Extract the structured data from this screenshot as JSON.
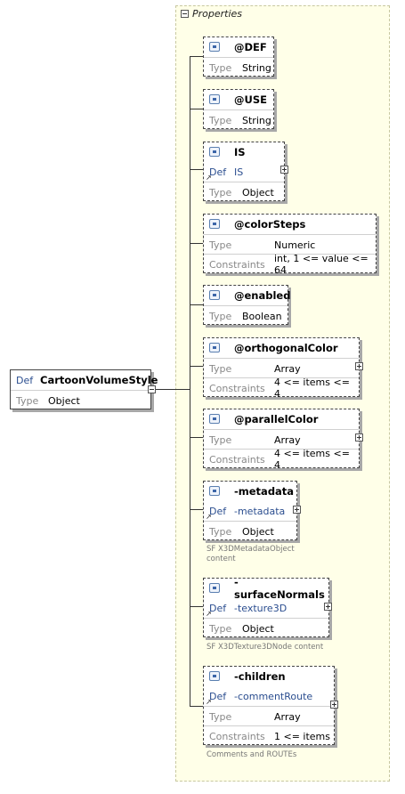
{
  "root": {
    "def_label": "Def",
    "name": "CartoonVolumeStyle",
    "type_label": "Type",
    "type_value": "Object"
  },
  "panel": {
    "title": "Properties"
  },
  "nodes": [
    {
      "name": "@DEF",
      "type_label": "Type",
      "type_value": "String"
    },
    {
      "name": "@USE",
      "type_label": "Type",
      "type_value": "String"
    },
    {
      "name": "IS",
      "def_label": "Def",
      "def_value": "IS",
      "type_label": "Type",
      "type_value": "Object"
    },
    {
      "name": "@colorSteps",
      "type_label": "Type",
      "type_value": "Numeric",
      "constraints_label": "Constraints",
      "constraints_value": "int, 1 <= value <= 64"
    },
    {
      "name": "@enabled",
      "type_label": "Type",
      "type_value": "Boolean"
    },
    {
      "name": "@orthogonalColor",
      "type_label": "Type",
      "type_value": "Array",
      "constraints_label": "Constraints",
      "constraints_value": "4 <= items <= 4"
    },
    {
      "name": "@parallelColor",
      "type_label": "Type",
      "type_value": "Array",
      "constraints_label": "Constraints",
      "constraints_value": "4 <= items <= 4"
    },
    {
      "name": "-metadata",
      "def_label": "Def",
      "def_value": "-metadata",
      "type_label": "Type",
      "type_value": "Object",
      "note_line1": "SF X3DMetadataObject",
      "note_line2": "content"
    },
    {
      "name": "-surfaceNormals",
      "def_label": "Def",
      "def_value": "-texture3D",
      "type_label": "Type",
      "type_value": "Object",
      "note_line1": "SF X3DTexture3DNode content"
    },
    {
      "name": "-children",
      "def_label": "Def",
      "def_value": "-commentRoute",
      "type_label": "Type",
      "type_value": "Array",
      "constraints_label": "Constraints",
      "constraints_value": "1 <= items",
      "note_line1": "Comments and ROUTEs"
    }
  ]
}
